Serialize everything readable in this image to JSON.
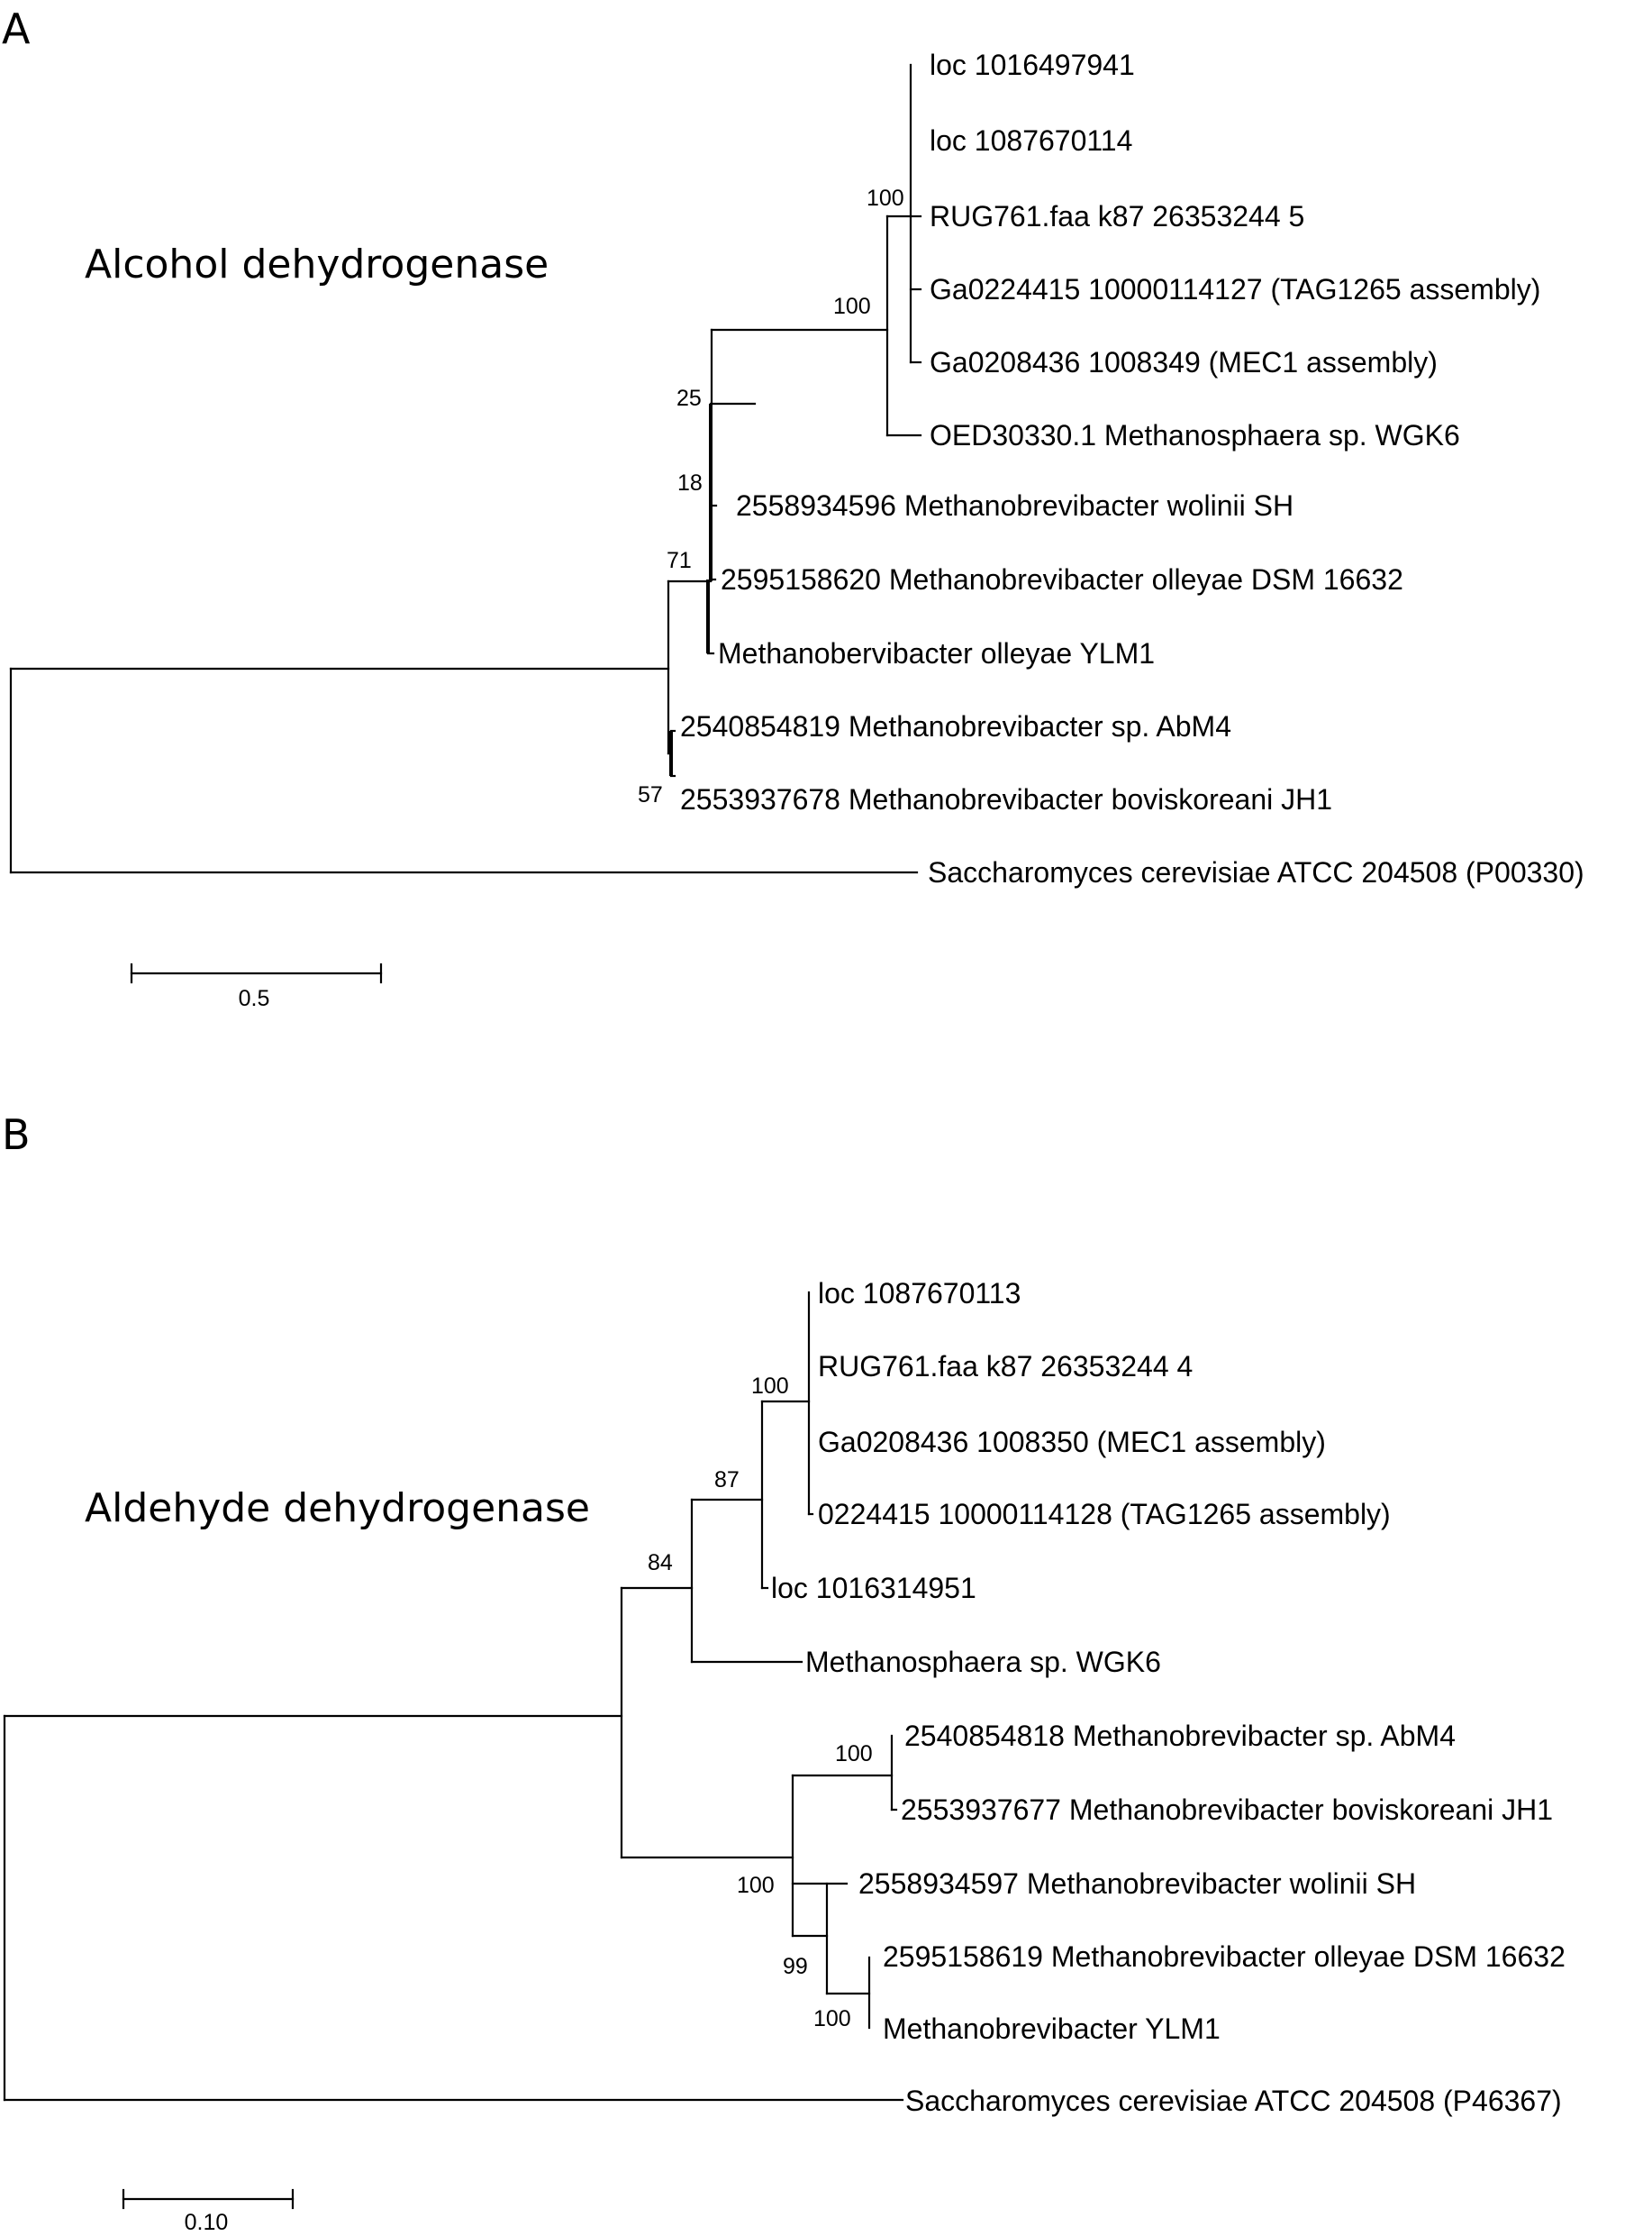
{
  "panel_a": {
    "letter": "A",
    "title": "Alcohol dehydrogenase",
    "leaves": [
      "loc 1016497941",
      "loc 1087670114",
      "RUG761.faa k87 26353244 5",
      "Ga0224415 10000114127 (TAG1265 assembly)",
      "Ga0208436 1008349  (MEC1 assembly)",
      "OED30330.1 Methanosphaera sp. WGK6",
      "2558934596 Methanobrevibacter wolinii SH",
      "2595158620 Methanobrevibacter olleyae DSM 16632",
      "Methanobervibacter olleyae YLM1",
      "2540854819 Methanobrevibacter sp. AbM4",
      "2553937678 Methanobrevibacter boviskoreani JH1",
      "Saccharomyces cerevisiae ATCC 204508 (P00330)"
    ],
    "bootstraps": [
      "100",
      "100",
      "25",
      "18",
      "71",
      "57"
    ],
    "scale_label": "0.5"
  },
  "panel_b": {
    "letter": "B",
    "title": "Aldehyde dehydrogenase",
    "leaves": [
      "loc 1087670113",
      "RUG761.faa k87 26353244 4",
      "Ga0208436 1008350 (MEC1 assembly)",
      "0224415 10000114128 (TAG1265 assembly)",
      "loc 1016314951",
      "Methanosphaera sp. WGK6",
      "2540854818 Methanobrevibacter sp. AbM4",
      "2553937677 Methanobrevibacter boviskoreani JH1",
      "2558934597 Methanobrevibacter wolinii SH",
      "2595158619 Methanobrevibacter olleyae DSM 16632",
      "Methanobrevibacter YLM1",
      "Saccharomyces cerevisiae ATCC 204508 (P46367)"
    ],
    "bootstraps": [
      "100",
      "87",
      "84",
      "100",
      "100",
      "99",
      "100"
    ],
    "scale_label": "0.10"
  }
}
